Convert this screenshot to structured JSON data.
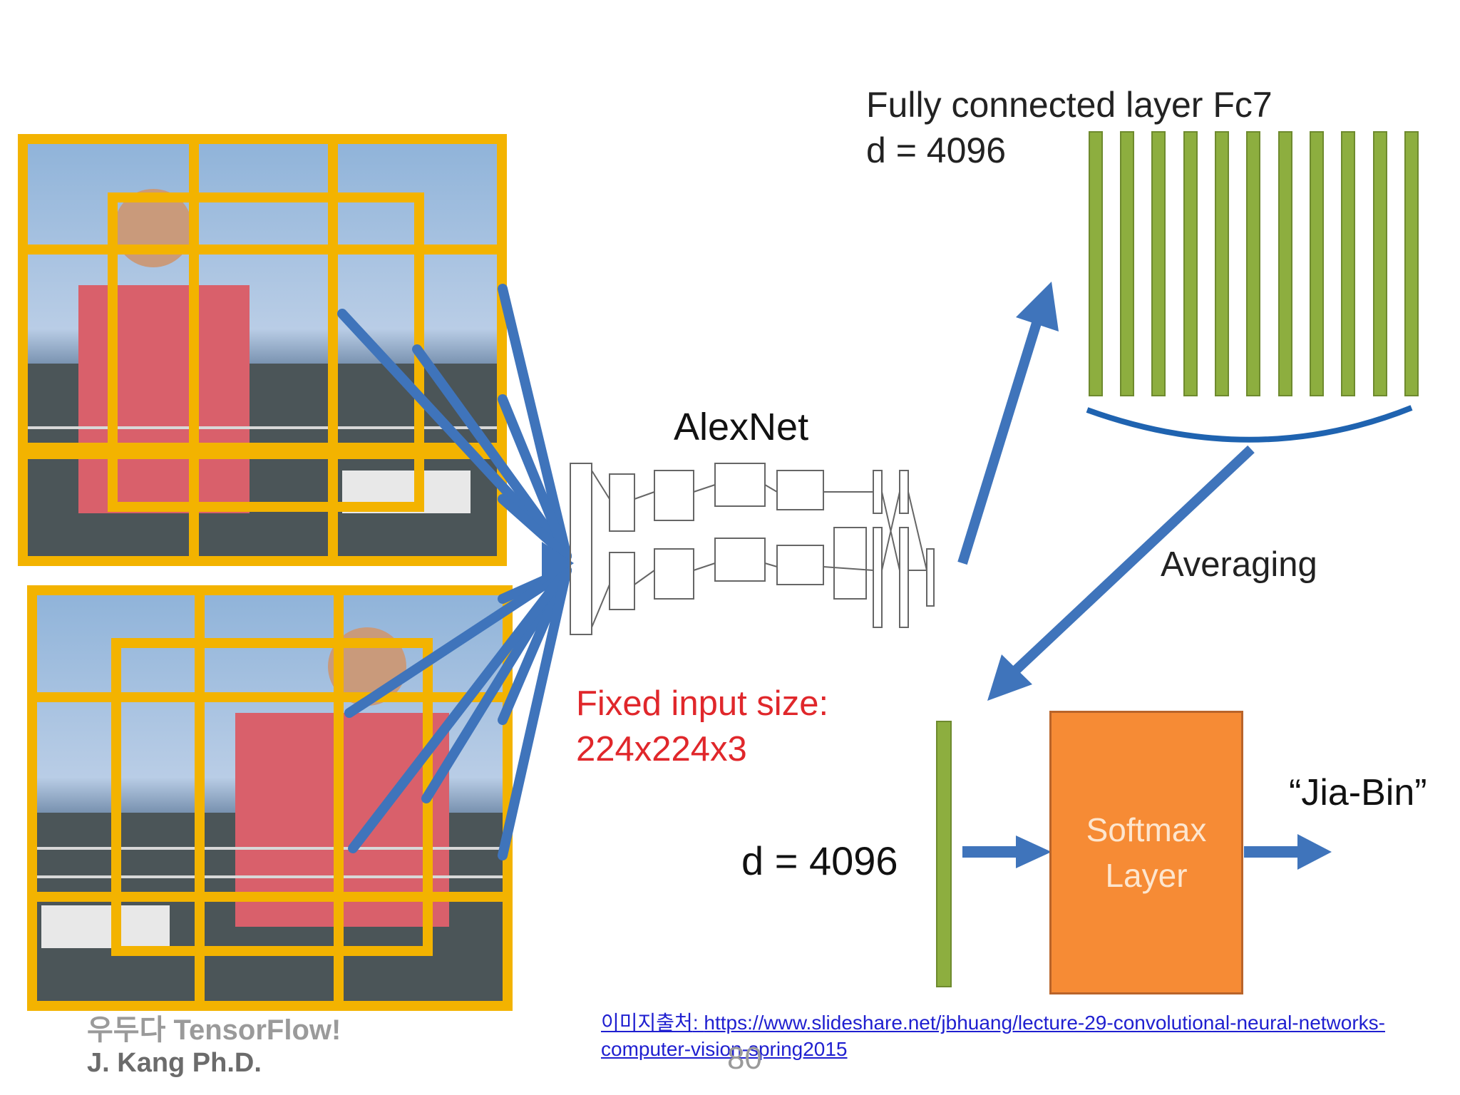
{
  "fc_layer": {
    "title": "Fully connected layer Fc7",
    "dimension": "d = 4096",
    "color": "#8dae3f"
  },
  "alexnet": {
    "title": "AlexNet",
    "fixed_input_line1": "Fixed input size:",
    "fixed_input_line2": "224x224x3"
  },
  "averaging_label": "Averaging",
  "lower_dimension": "d = 4096",
  "softmax": {
    "line1": "Softmax",
    "line2": "Layer",
    "color": "#f68b35"
  },
  "output_label": "“Jia-Bin”",
  "arrow_color": "#3f74bb",
  "crop_color": "#f3b300",
  "footer": {
    "top_line": "우두다 TensorFlow!",
    "name": "J. Kang Ph.D.",
    "page": "80"
  },
  "source": {
    "prefix": "이미지출처",
    "url": "https://www.slideshare.net/jbhuang/lecture-29-convolutional-neural-networks-computer-vision-spring2015"
  }
}
